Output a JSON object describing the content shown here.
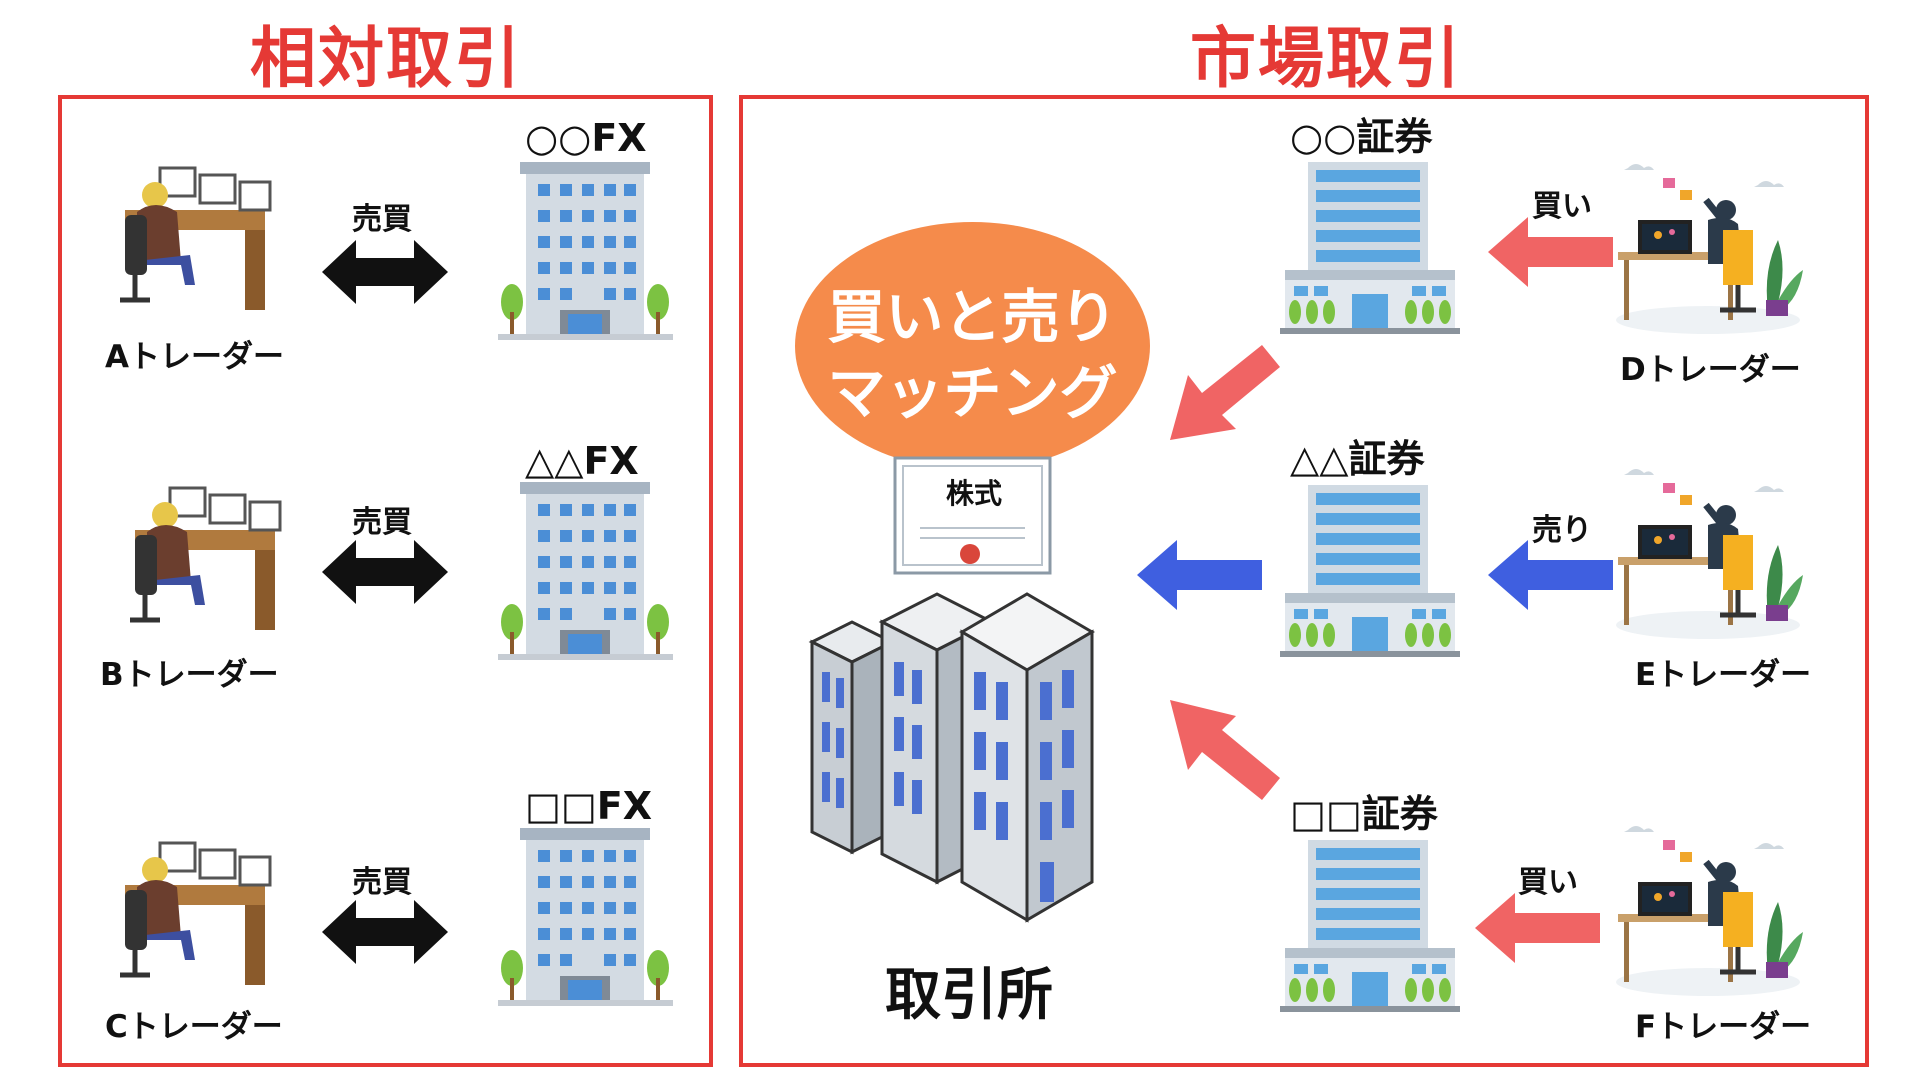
{
  "left_section": {
    "title": "相対取引",
    "rows": [
      {
        "trader": "Aトレーダー",
        "action": "売買",
        "broker": "○○FX"
      },
      {
        "trader": "Bトレーダー",
        "action": "売買",
        "broker": "△△FX"
      },
      {
        "trader": "Cトレーダー",
        "action": "売買",
        "broker": "□□FX"
      }
    ]
  },
  "right_section": {
    "title": "市場取引",
    "matching_line1": "買いと売り",
    "matching_line2": "マッチング",
    "certificate": "株式",
    "exchange": "取引所",
    "rows": [
      {
        "broker": "○○証券",
        "action": "買い",
        "trader": "Dトレーダー",
        "arrow_color": "#f06464"
      },
      {
        "broker": "△△証券",
        "action": "売り",
        "trader": "Eトレーダー",
        "arrow_color": "#3f5fe0"
      },
      {
        "broker": "□□証券",
        "action": "買い",
        "trader": "Fトレーダー",
        "arrow_color": "#f06464"
      }
    ]
  },
  "colors": {
    "accent": "#e53935",
    "oval": "#f58b4b",
    "buy": "#f06464",
    "sell": "#3f5fe0"
  }
}
